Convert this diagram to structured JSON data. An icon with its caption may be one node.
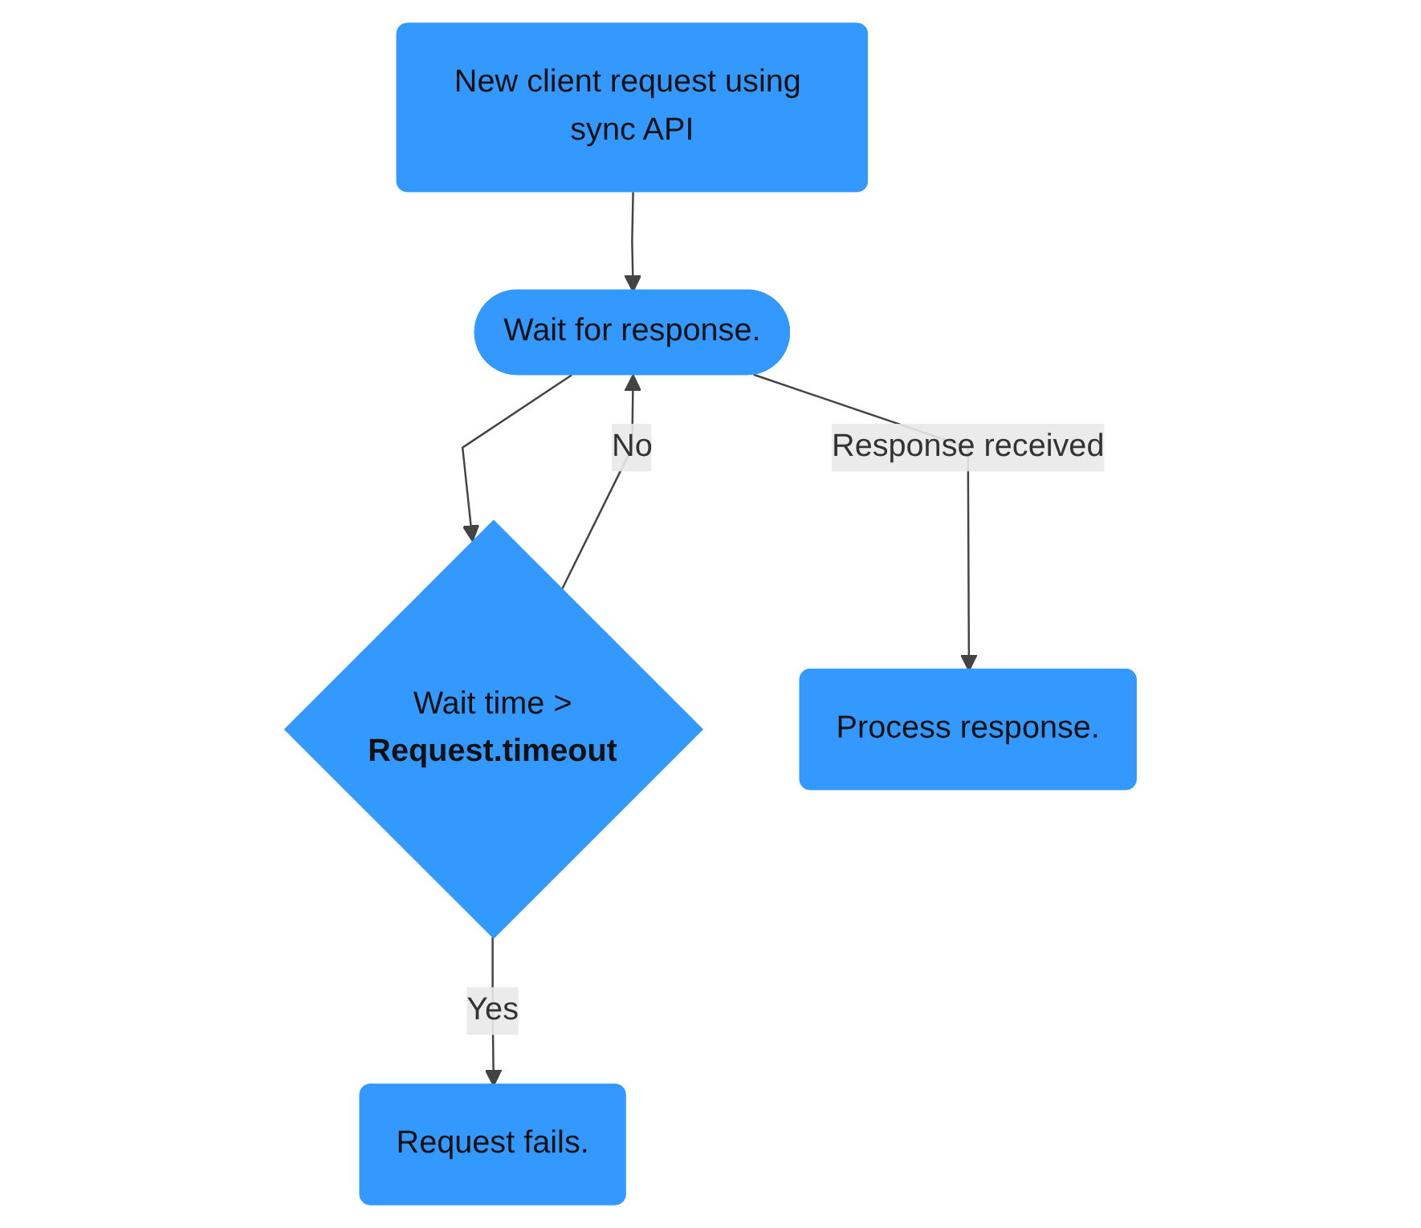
{
  "diagram": {
    "nodes": [
      {
        "text": [
          "New client request using sync API"
        ]
      },
      {
        "text": [
          "Wait for response."
        ]
      },
      {
        "text": [
          "Wait time >",
          "Request.timeout"
        ]
      },
      {
        "text": [
          "Request fails."
        ]
      },
      {
        "text": [
          "Process response."
        ]
      }
    ],
    "edges": [
      {
        "from": 0,
        "to": 1,
        "arrow": "to"
      },
      {
        "from": 1,
        "to": 2,
        "arrow": "to"
      },
      {
        "from": 2,
        "to": 1,
        "arrow": "to",
        "label": "No"
      },
      {
        "from": 2,
        "to": 3,
        "arrow": "to",
        "label": "Yes"
      },
      {
        "from": 1,
        "to": 4,
        "arrow": "to",
        "label": "Response received"
      }
    ]
  }
}
